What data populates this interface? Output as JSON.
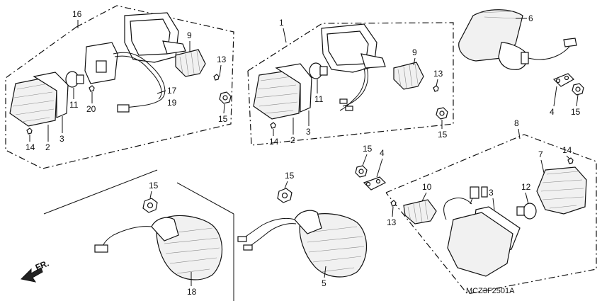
{
  "diagram_code": "MCZ3F2501A",
  "direction_label": "FR.",
  "callouts": {
    "c16": "16",
    "c9a": "9",
    "c13a": "13",
    "c11a": "11",
    "c20": "20",
    "c17": "17",
    "c19": "19",
    "c15a": "15",
    "c14a": "14",
    "c2a": "2",
    "c3a": "3",
    "c1": "1",
    "c9b": "9",
    "c13b": "13",
    "c11b": "11",
    "c14b": "14",
    "c2b": "2",
    "c3b": "3",
    "c15b": "15",
    "c6": "6",
    "c4a": "4",
    "c15c": "15",
    "c8": "8",
    "c15d": "15",
    "c4b": "4",
    "c14c": "14",
    "c7": "7",
    "c10": "10",
    "c3c": "3",
    "c12": "12",
    "c13c": "13",
    "c15e": "15",
    "c15f": "15",
    "c18": "18",
    "c5": "5"
  }
}
